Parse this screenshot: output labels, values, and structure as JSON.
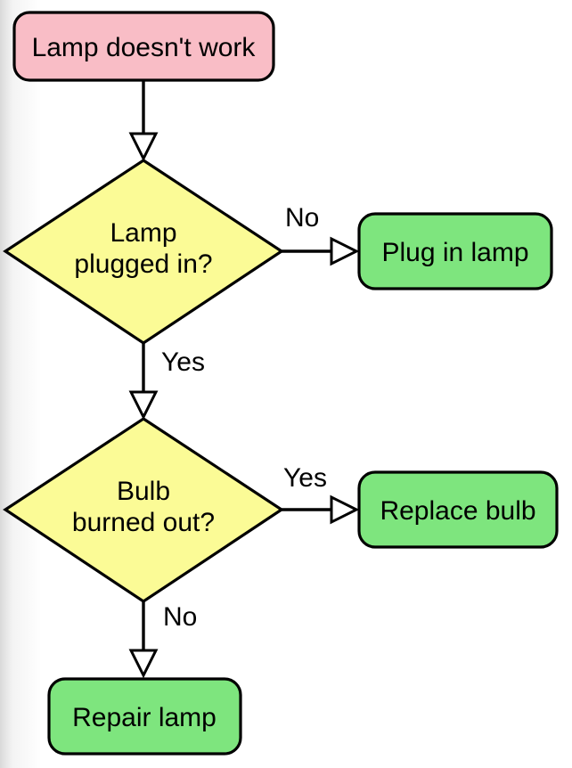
{
  "diagram": {
    "stroke_color": "#000000",
    "nodes": {
      "start": {
        "label": "Lamp doesn't work",
        "fill": "#f9bdc6"
      },
      "decision_plugged": {
        "line1": "Lamp",
        "line2": "plugged in?",
        "fill": "#fbfb96"
      },
      "action_plug": {
        "label": "Plug in lamp",
        "fill": "#7ee57e"
      },
      "decision_bulb": {
        "line1": "Bulb",
        "line2": "burned out?",
        "fill": "#fbfb96"
      },
      "action_replace": {
        "label": "Replace bulb",
        "fill": "#7ee57e"
      },
      "action_repair": {
        "label": "Repair lamp",
        "fill": "#7ee57e"
      }
    },
    "edge_labels": {
      "no_plugged": "No",
      "yes_plugged": "Yes",
      "yes_bulb": "Yes",
      "no_bulb": "No"
    }
  }
}
